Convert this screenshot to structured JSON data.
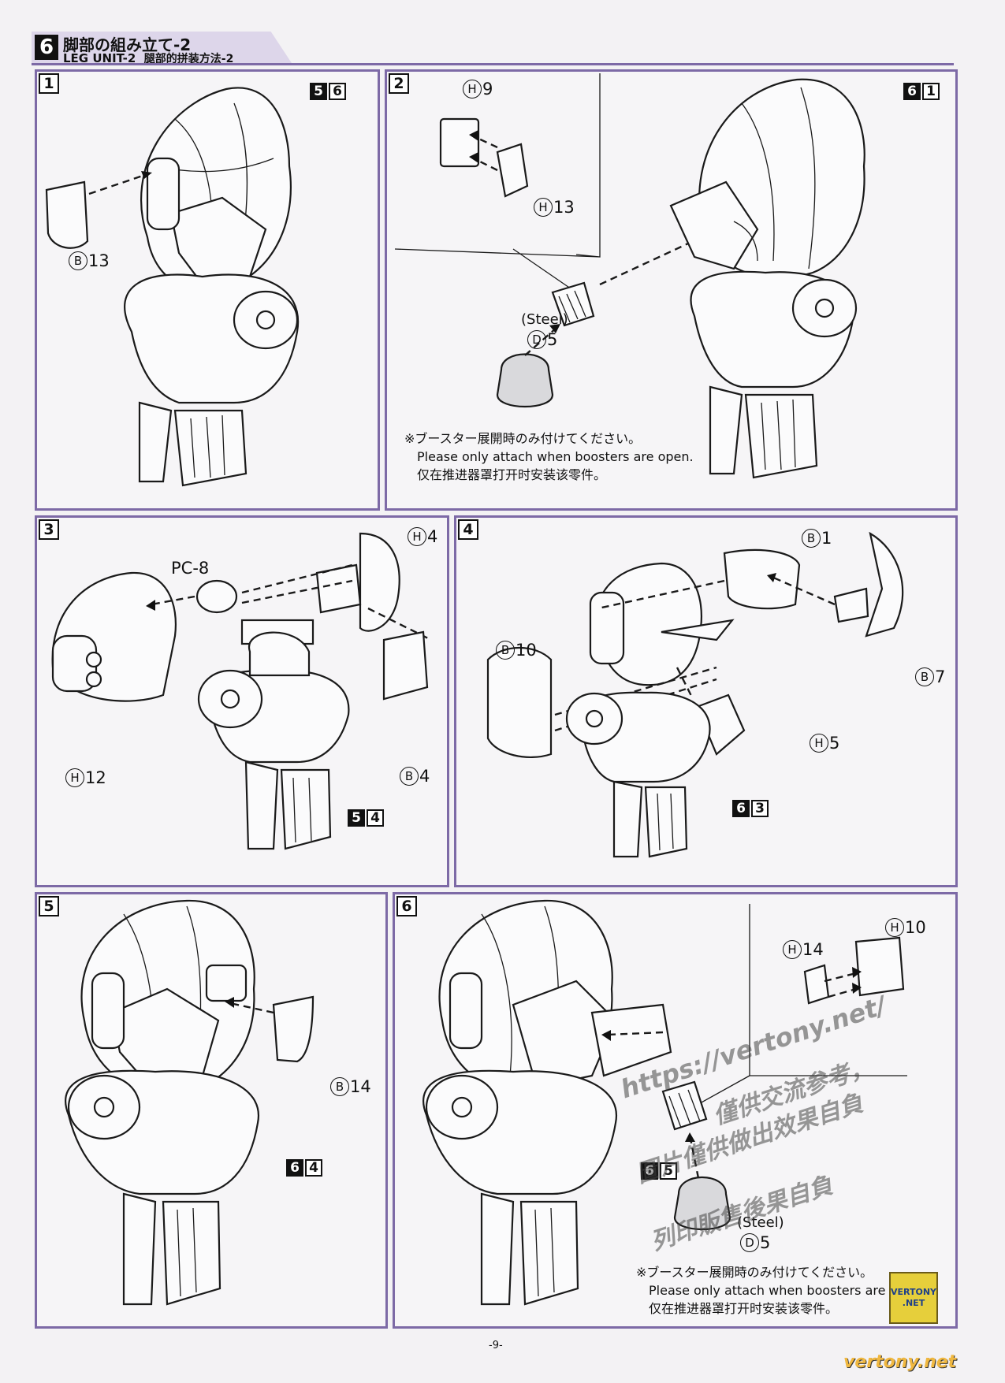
{
  "header": {
    "step_number": "6",
    "title_ja": "脚部の組み立て-2",
    "title_en": "LEG UNIT-2",
    "title_zh": "腿部的拼装方法-2"
  },
  "panels": [
    {
      "number": "1",
      "runner": [
        "5",
        "6"
      ],
      "labels": [
        {
          "circle": "B",
          "num": "13"
        }
      ]
    },
    {
      "number": "2",
      "runner": [
        "6",
        "1"
      ],
      "labels": [
        {
          "circle": "H",
          "num": "9"
        },
        {
          "circle": "H",
          "num": "13"
        },
        {
          "circle": "D",
          "num": "5"
        }
      ],
      "material": "(Steel)",
      "note_ja": "※ブースター展開時のみ付けてください。",
      "note_en": "Please only attach when boosters are open.",
      "note_zh": "仅在推进器罩打开时安装该零件。"
    },
    {
      "number": "3",
      "runner": [
        "5",
        "4"
      ],
      "pc_label": "PC-8",
      "labels": [
        {
          "circle": "H",
          "num": "4"
        },
        {
          "circle": "H",
          "num": "12"
        },
        {
          "circle": "B",
          "num": "4"
        }
      ]
    },
    {
      "number": "4",
      "runner": [
        "6",
        "3"
      ],
      "labels": [
        {
          "circle": "B",
          "num": "1"
        },
        {
          "circle": "B",
          "num": "10"
        },
        {
          "circle": "B",
          "num": "7"
        },
        {
          "circle": "H",
          "num": "5"
        }
      ]
    },
    {
      "number": "5",
      "runner": [
        "6",
        "4"
      ],
      "labels": [
        {
          "circle": "B",
          "num": "14"
        }
      ]
    },
    {
      "number": "6",
      "runner": [
        "6",
        "5"
      ],
      "labels": [
        {
          "circle": "H",
          "num": "14"
        },
        {
          "circle": "H",
          "num": "10"
        },
        {
          "circle": "D",
          "num": "5"
        }
      ],
      "material": "(Steel)",
      "note_ja": "※ブースター展開時のみ付けてください。",
      "note_en": "Please only attach when boosters are open.",
      "note_zh": "仅在推进器罩打开时安装该零件。"
    }
  ],
  "page_number": "-9-",
  "watermark": {
    "url": "https://vertony.net/",
    "line1": "僅供交流参考，",
    "line2": "圖片僅供做出效果自負",
    "line3": "列印販售後果自負",
    "logo_top": "VERTONY",
    "logo_bottom": ".NET",
    "footer": "vertony.net"
  }
}
